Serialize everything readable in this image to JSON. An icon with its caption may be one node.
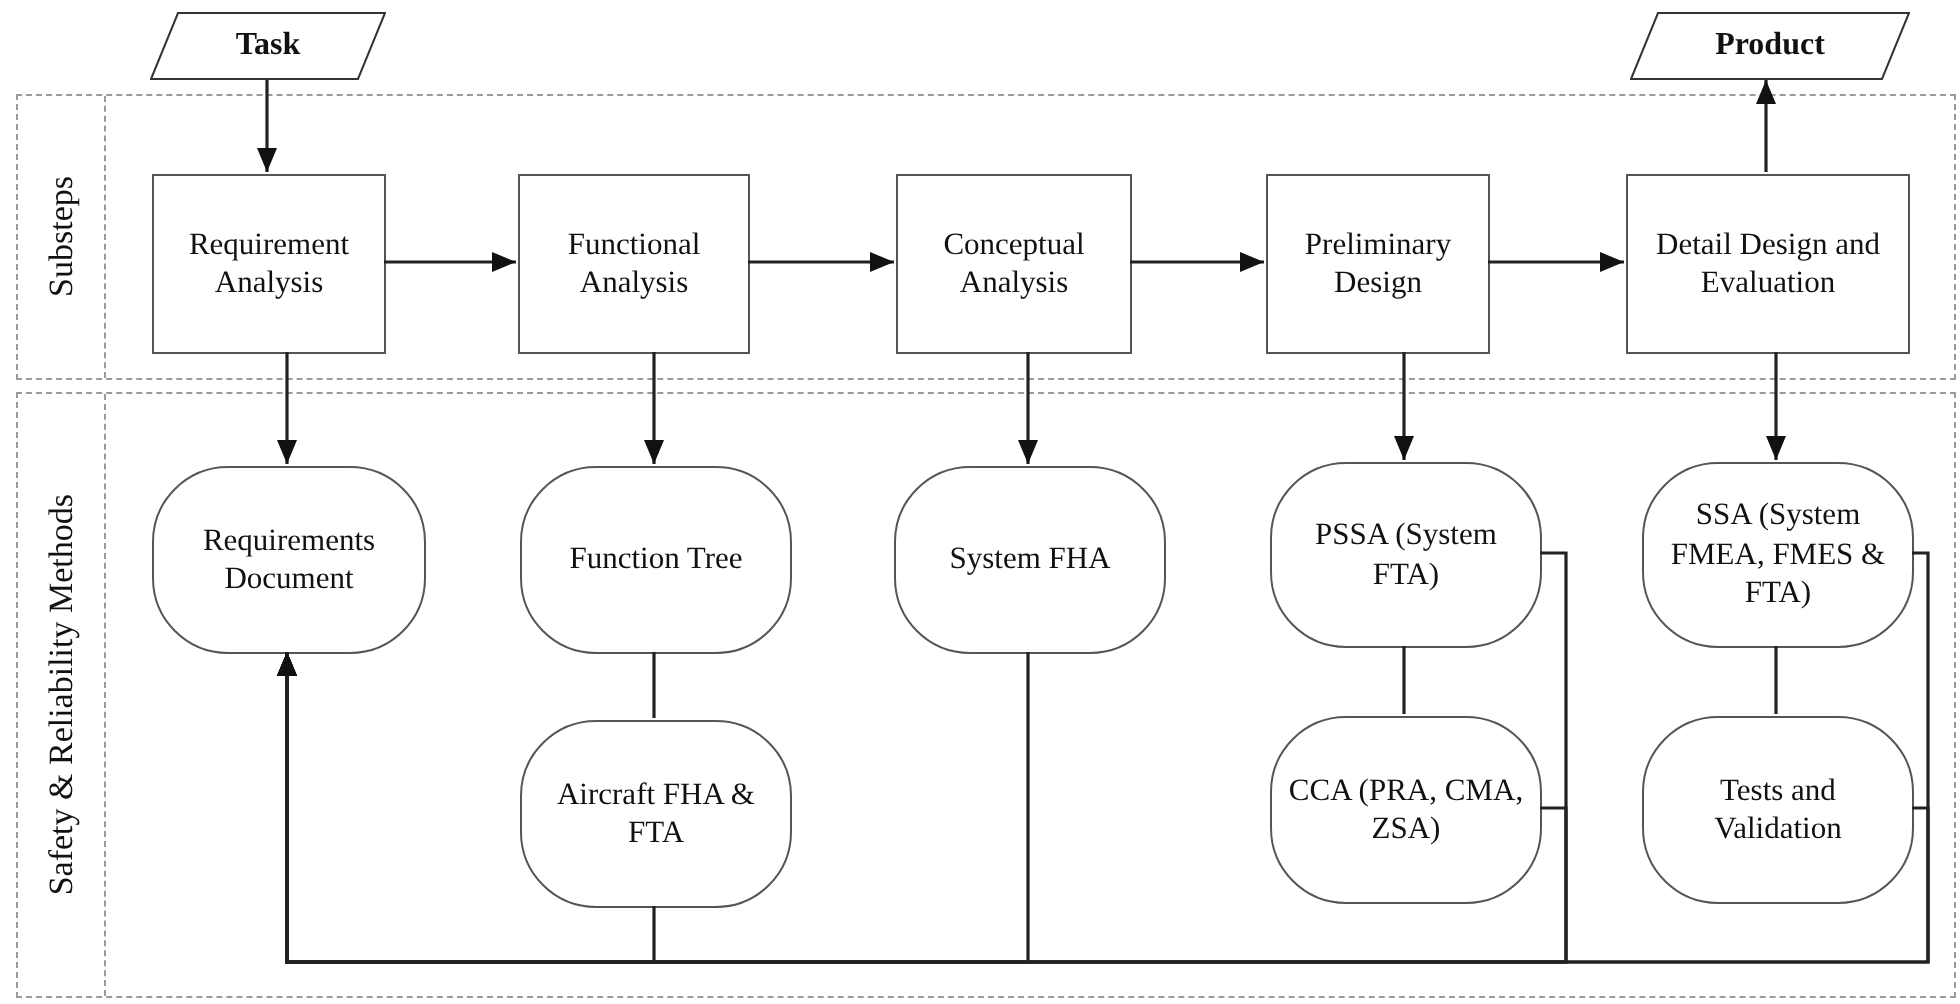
{
  "diagram": {
    "nodes": [
      {
        "text": [
          "Task"
        ]
      },
      {
        "text": [
          "Product"
        ]
      },
      {
        "text": [
          "Substeps"
        ]
      },
      {
        "text": [
          "Requirement Analysis"
        ],
        "in": 2
      },
      {
        "text": [
          "Functional Analysis"
        ],
        "in": 2
      },
      {
        "text": [
          "Conceptual Analysis"
        ],
        "in": 2
      },
      {
        "text": [
          "Preliminary Design"
        ],
        "in": 2
      },
      {
        "text": [
          "Detail Design and Evaluation"
        ],
        "in": 2
      },
      {
        "text": [
          "Safety & Reliability Methods"
        ]
      },
      {
        "text": [
          "Requirements Document"
        ],
        "in": 8
      },
      {
        "text": [
          "Function Tree"
        ],
        "in": 8
      },
      {
        "text": [
          "Aircraft FHA & FTA"
        ],
        "in": 8
      },
      {
        "text": [
          "System FHA"
        ],
        "in": 8
      },
      {
        "text": [
          "PSSA (System FTA)"
        ],
        "in": 8
      },
      {
        "text": [
          "CCA (PRA, CMA, ZSA)"
        ],
        "in": 8
      },
      {
        "text": [
          "SSA (System FMEA, FMES & FTA)"
        ],
        "in": 8
      },
      {
        "text": [
          "Tests and Validation"
        ],
        "in": 8
      }
    ],
    "edges": [
      {
        "from": 0,
        "to": 3,
        "arrow": "to"
      },
      {
        "from": 3,
        "to": 4,
        "arrow": "to"
      },
      {
        "from": 4,
        "to": 5,
        "arrow": "to"
      },
      {
        "from": 5,
        "to": 6,
        "arrow": "to"
      },
      {
        "from": 6,
        "to": 7,
        "arrow": "to"
      },
      {
        "from": 7,
        "to": 1,
        "arrow": "to"
      },
      {
        "from": 3,
        "to": 9,
        "arrow": "to"
      },
      {
        "from": 4,
        "to": 10,
        "arrow": "to"
      },
      {
        "from": 5,
        "to": 12,
        "arrow": "to"
      },
      {
        "from": 6,
        "to": 13,
        "arrow": "to"
      },
      {
        "from": 7,
        "to": 15,
        "arrow": "to"
      },
      {
        "from": 10,
        "to": 11,
        "arrow": "none"
      },
      {
        "from": 13,
        "to": 14,
        "arrow": "none"
      },
      {
        "from": 15,
        "to": 16,
        "arrow": "none"
      },
      {
        "from": 11,
        "to": 9,
        "arrow": "to"
      },
      {
        "from": 12,
        "to": 9,
        "arrow": "to"
      },
      {
        "from": 13,
        "to": 9,
        "arrow": "to"
      },
      {
        "from": 14,
        "to": 9,
        "arrow": "to"
      },
      {
        "from": 15,
        "to": 9,
        "arrow": "to"
      },
      {
        "from": 16,
        "to": 9,
        "arrow": "to"
      }
    ]
  }
}
